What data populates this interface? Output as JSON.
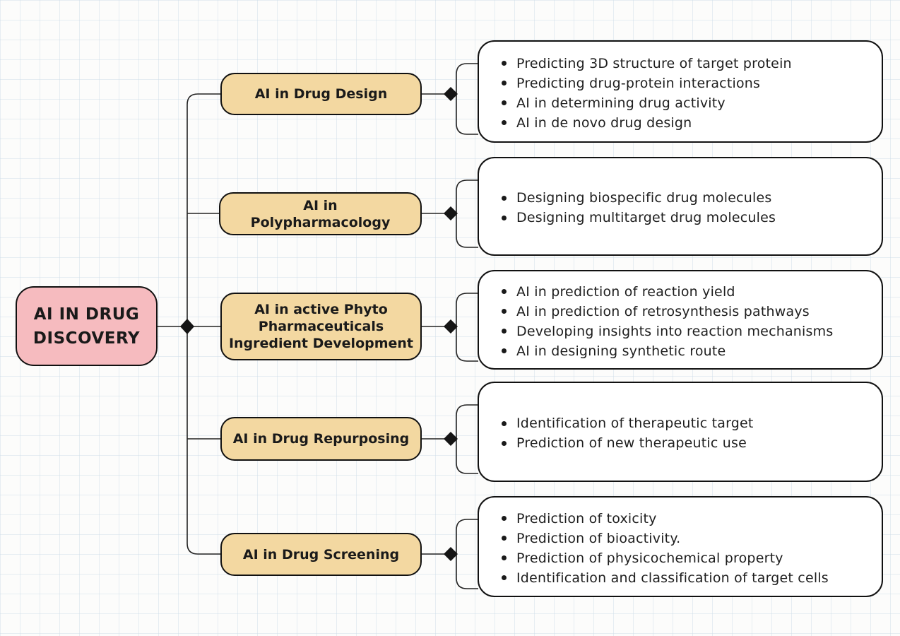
{
  "title": "AI in Drug Discovery mind map",
  "root": {
    "label": "AI IN DRUG DISCOVERY",
    "label_lines": [
      "AI IN DRUG",
      "DISCOVERY"
    ]
  },
  "branches": [
    {
      "label": "AI in Drug Design",
      "label_lines": [
        "AI in Drug Design"
      ],
      "bullets": [
        "Predicting 3D structure of target protein",
        "Predicting drug-protein interactions",
        "AI in determining drug activity",
        "AI in de novo drug design"
      ]
    },
    {
      "label": "AI in Polypharmacology",
      "label_lines": [
        "AI in",
        "Polypharmacology"
      ],
      "bullets": [
        "Designing biospecific drug molecules",
        "Designing multitarget drug molecules"
      ]
    },
    {
      "label": "AI in active Phyto Pharmaceuticals Ingredient Development",
      "label_lines": [
        "AI in active Phyto",
        "Pharmaceuticals",
        "Ingredient Development"
      ],
      "bullets": [
        "AI in prediction of reaction yield",
        "AI in prediction of retrosynthesis pathways",
        "Developing insights into reaction mechanisms",
        "AI in designing synthetic route"
      ]
    },
    {
      "label": "AI in Drug Repurposing",
      "label_lines": [
        "AI in Drug Repurposing"
      ],
      "bullets": [
        "Identification of therapeutic target",
        "Prediction of new therapeutic use"
      ]
    },
    {
      "label": "AI in Drug Screening",
      "label_lines": [
        "AI in Drug Screening"
      ],
      "bullets": [
        "Prediction of toxicity",
        "Prediction of bioactivity.",
        "Prediction of physicochemical property",
        "Identification and classification of target cells"
      ]
    }
  ],
  "colors": {
    "root_fill": "#F6BBBF",
    "branch_fill": "#F3D8A1",
    "box_fill": "#FFFFFF",
    "outline": "#111111",
    "connector": "#232323",
    "text": "#1A1A1A",
    "grid_line": "#CBDBE7",
    "background": "#FCFCFB"
  }
}
